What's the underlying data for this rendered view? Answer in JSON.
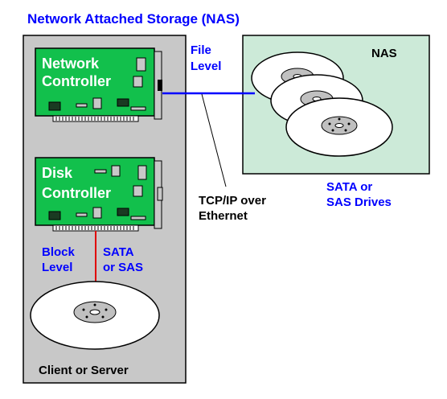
{
  "title": "Network Attached Storage (NAS)",
  "client_server_label": "Client or Server",
  "network_controller": {
    "line1": "Network",
    "line2": "Controller"
  },
  "disk_controller": {
    "line1": "Disk",
    "line2": "Controller"
  },
  "nas_label": "NAS",
  "file_level": {
    "line1": "File",
    "line2": "Level"
  },
  "tcpip": {
    "line1": "TCP/IP over",
    "line2": "Ethernet"
  },
  "nas_drives": {
    "line1": "SATA or",
    "line2": "SAS Drives"
  },
  "block_level": {
    "line1": "Block",
    "line2": "Level"
  },
  "sata_sas": {
    "line1": "SATA",
    "line2": "or SAS"
  },
  "colors": {
    "title_blue": "#0000ff",
    "board_green": "#12c04c",
    "enclosure_gray": "#c8c8c8",
    "nas_fill": "#ccead8",
    "link_blue": "#0000ff",
    "block_red": "#e00000",
    "platter_gray": "#c0c0c0"
  }
}
